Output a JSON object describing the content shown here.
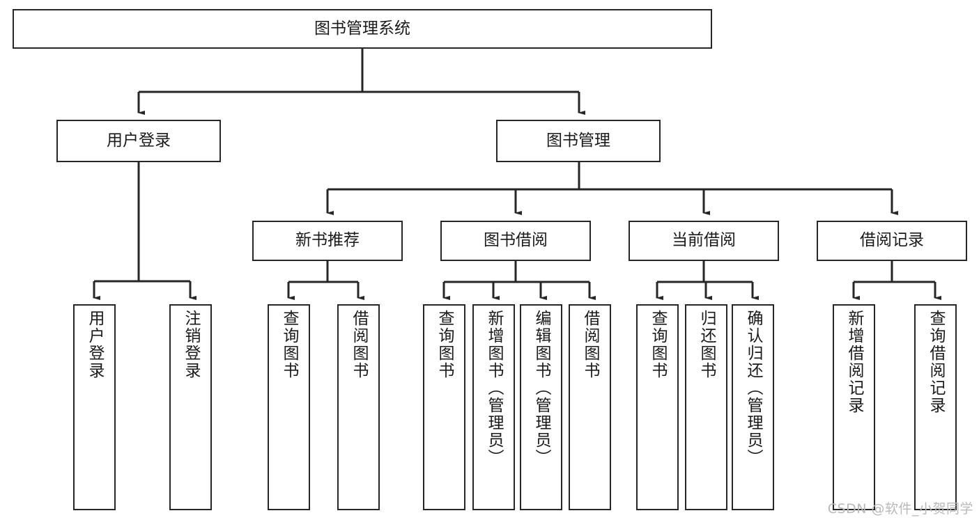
{
  "diagram": {
    "type": "tree",
    "title": "图书管理系统",
    "orientation": "top-down",
    "colors": {
      "background": "#ffffff",
      "box_border": "#262626",
      "box_fill": "#ffffff",
      "edge": "#262626",
      "text": "#1a1a1a",
      "watermark": "#b9b9b9"
    },
    "watermark": "CSDN @软件_小贺同学",
    "nodes": {
      "root": {
        "label": "图书管理系统",
        "level": 1,
        "orientation": "horizontal"
      },
      "user_login": {
        "label": "用户登录",
        "level": 2,
        "orientation": "horizontal"
      },
      "book_manage": {
        "label": "图书管理",
        "level": 2,
        "orientation": "horizontal"
      },
      "new_book_rec": {
        "label": "新书推荐",
        "level": 3,
        "orientation": "horizontal"
      },
      "book_borrow": {
        "label": "图书借阅",
        "level": 3,
        "orientation": "horizontal"
      },
      "current_borrow": {
        "label": "当前借阅",
        "level": 3,
        "orientation": "horizontal"
      },
      "borrow_record": {
        "label": "借阅记录",
        "level": 3,
        "orientation": "horizontal"
      },
      "leaf_user_login": {
        "label": "用户登录",
        "level": 3,
        "orientation": "vertical"
      },
      "leaf_logout": {
        "label": "注销登录",
        "level": 3,
        "orientation": "vertical"
      },
      "leaf_rec_query": {
        "label": "查询图书",
        "level": 4,
        "orientation": "vertical"
      },
      "leaf_rec_borrow": {
        "label": "借阅图书",
        "level": 4,
        "orientation": "vertical"
      },
      "leaf_borrow_query": {
        "label": "查询图书",
        "level": 4,
        "orientation": "vertical"
      },
      "leaf_book_add": {
        "label": "新增图书（管理员）",
        "level": 4,
        "orientation": "vertical"
      },
      "leaf_book_edit": {
        "label": "编辑图书（管理员）",
        "level": 4,
        "orientation": "vertical"
      },
      "leaf_book_borrow": {
        "label": "借阅图书",
        "level": 4,
        "orientation": "vertical"
      },
      "leaf_cur_query": {
        "label": "查询图书",
        "level": 4,
        "orientation": "vertical"
      },
      "leaf_return": {
        "label": "归还图书",
        "level": 4,
        "orientation": "vertical"
      },
      "leaf_confirm_return": {
        "label": "确认归还（管理员）",
        "level": 4,
        "orientation": "vertical"
      },
      "leaf_record_add": {
        "label": "新增借阅记录",
        "level": 4,
        "orientation": "vertical"
      },
      "leaf_record_query": {
        "label": "查询借阅记录",
        "level": 4,
        "orientation": "vertical"
      }
    },
    "edges": [
      {
        "from": "root",
        "to": "user_login"
      },
      {
        "from": "root",
        "to": "book_manage"
      },
      {
        "from": "user_login",
        "to": "leaf_user_login"
      },
      {
        "from": "user_login",
        "to": "leaf_logout"
      },
      {
        "from": "book_manage",
        "to": "new_book_rec"
      },
      {
        "from": "book_manage",
        "to": "book_borrow"
      },
      {
        "from": "book_manage",
        "to": "current_borrow"
      },
      {
        "from": "book_manage",
        "to": "borrow_record"
      },
      {
        "from": "new_book_rec",
        "to": "leaf_rec_query"
      },
      {
        "from": "new_book_rec",
        "to": "leaf_rec_borrow"
      },
      {
        "from": "book_borrow",
        "to": "leaf_borrow_query"
      },
      {
        "from": "book_borrow",
        "to": "leaf_book_add"
      },
      {
        "from": "book_borrow",
        "to": "leaf_book_edit"
      },
      {
        "from": "book_borrow",
        "to": "leaf_book_borrow"
      },
      {
        "from": "current_borrow",
        "to": "leaf_cur_query"
      },
      {
        "from": "current_borrow",
        "to": "leaf_return"
      },
      {
        "from": "current_borrow",
        "to": "leaf_confirm_return"
      },
      {
        "from": "borrow_record",
        "to": "leaf_record_add"
      },
      {
        "from": "borrow_record",
        "to": "leaf_record_query"
      }
    ]
  }
}
